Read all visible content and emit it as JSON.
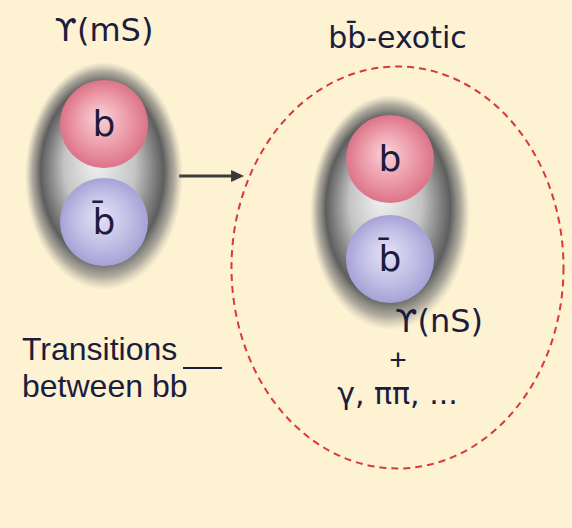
{
  "diagram": {
    "nodes": [
      {
        "text": [
          "ϒ(mS)"
        ]
      },
      {
        "text": [
          "b"
        ],
        "in": 0
      },
      {
        "text": [
          "b̄"
        ],
        "in": 0
      },
      {
        "text": [
          "bb̄-exotic",
          "+",
          "γ, ππ, ..."
        ]
      },
      {
        "text": [
          "ϒ(nS)"
        ],
        "in": 3
      },
      {
        "text": [
          "b"
        ],
        "in": 4
      },
      {
        "text": [
          "b̄"
        ],
        "in": 4
      }
    ],
    "edges": [
      {
        "from": 0,
        "to": 3,
        "arrow": "to"
      }
    ],
    "labels": [
      "Transitions between bb"
    ]
  }
}
